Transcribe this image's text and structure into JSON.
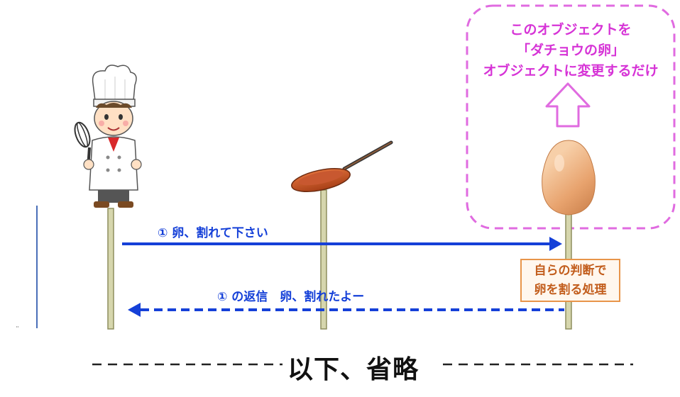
{
  "callout": {
    "line1": "このオブジェクトを",
    "line2": "「ダチョウの卵」",
    "line3": "オブジェクトに変更するだけ"
  },
  "messages": {
    "request": "① 卵、割れて下さい",
    "reply": "① の返信　卵、割れたよー"
  },
  "process_box": {
    "line1": "自らの判断で",
    "line2": "卵を割る処理"
  },
  "footer": {
    "label": "以下、省略"
  },
  "colors": {
    "callout": "#d633d6",
    "arrow": "#1540d8",
    "process_border": "#e8954a",
    "lifeline": "#c8c89a"
  },
  "icons": [
    "chef-icon",
    "frying-pan-icon",
    "egg-icon",
    "up-arrow-icon"
  ]
}
